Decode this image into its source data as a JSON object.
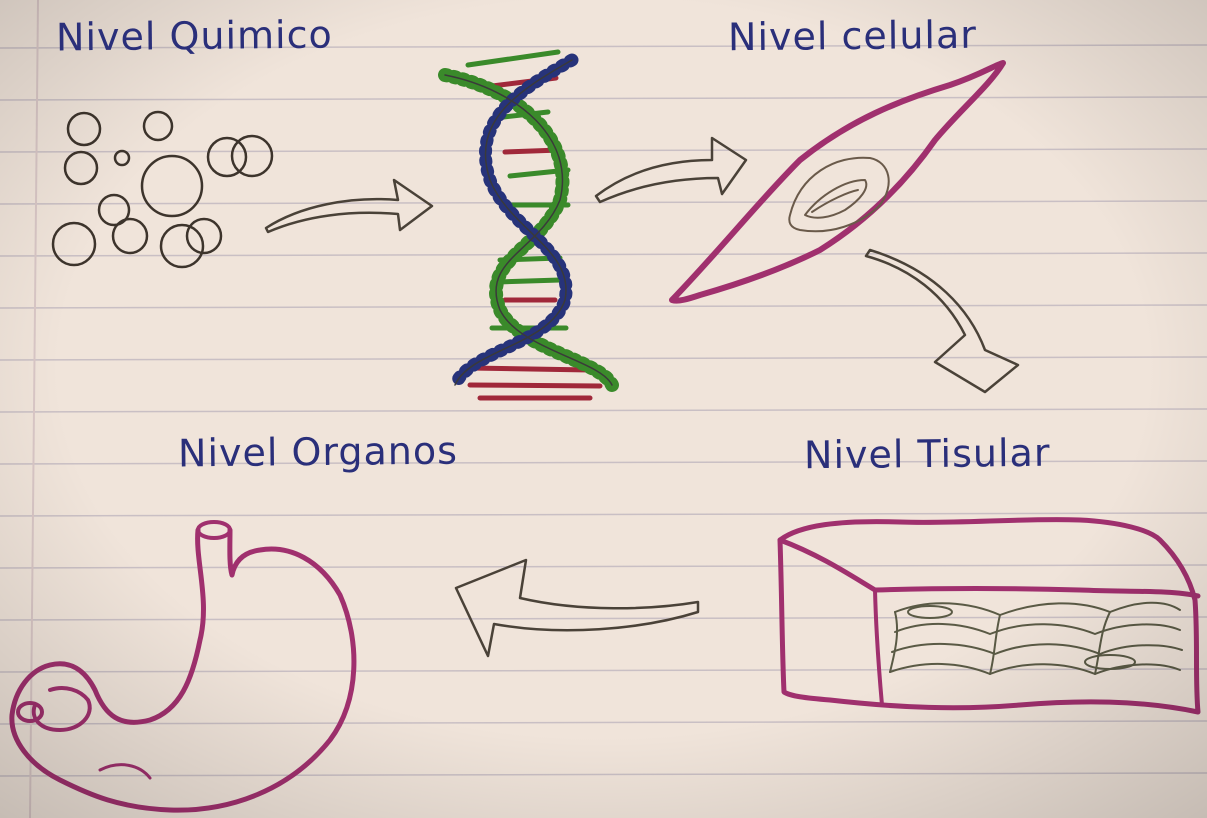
{
  "labels": {
    "quimico": "Nivel Quimico",
    "celular": "Nivel celular",
    "organos": "Nivel Organos",
    "tisular": "Nivel Tisular"
  },
  "colors": {
    "paper": "#f0e4da",
    "rule_line": "#c9bfc4",
    "margin_line": "#d9c7c6",
    "ink_blue": "#2a2f7a",
    "ink_pencil": "#4a4238",
    "magenta": "#a0306e",
    "dna_green": "#3a8a2a",
    "dna_blue": "#27337a",
    "dna_red": "#a0283a"
  },
  "icons": [
    "molecule-circles-icon",
    "dna-helix-icon",
    "muscle-cell-icon",
    "tissue-block-icon",
    "stomach-organ-icon",
    "arrow-icon"
  ]
}
